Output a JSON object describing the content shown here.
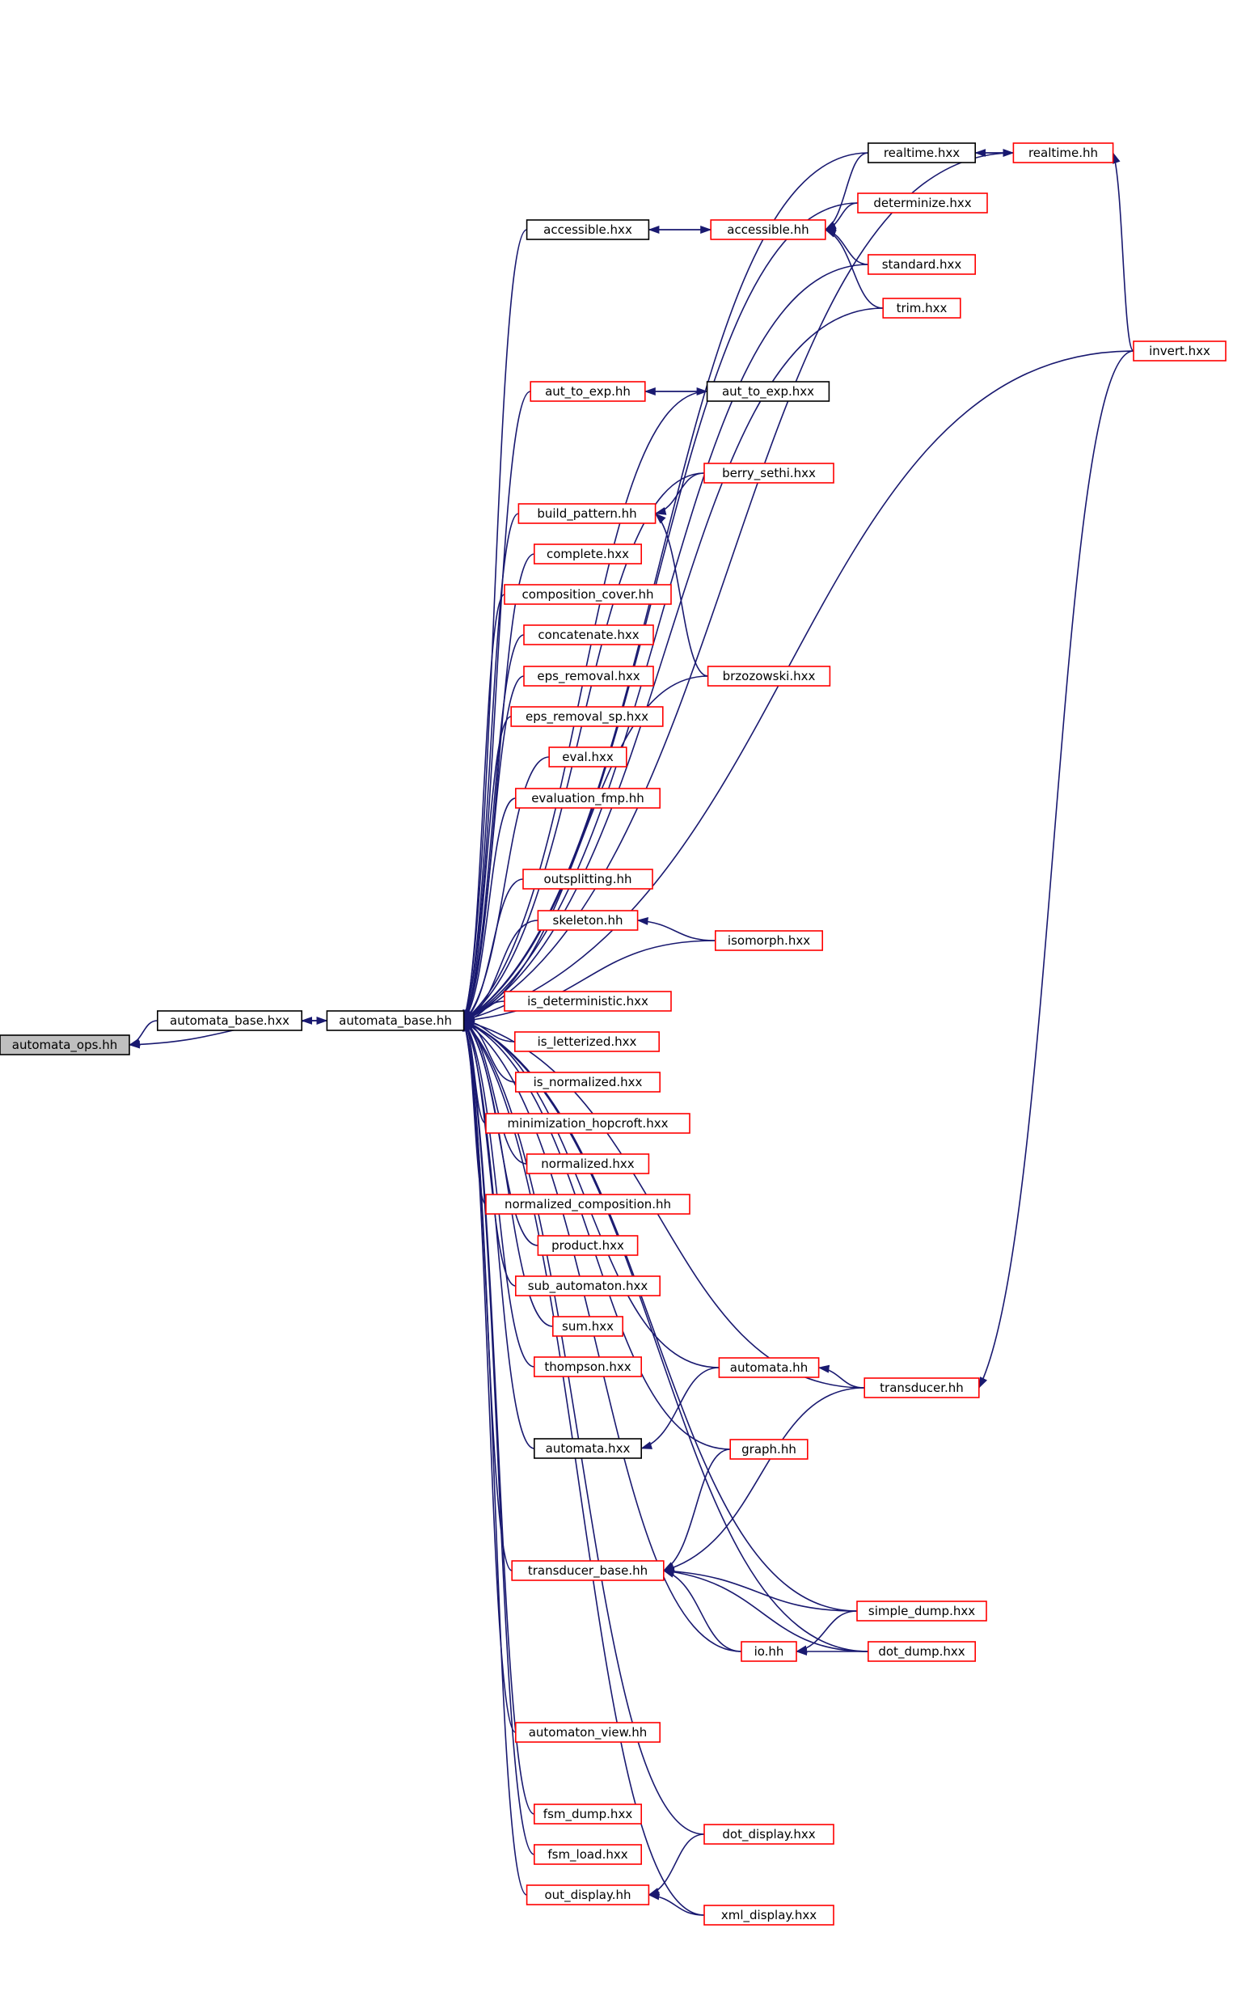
{
  "graph": {
    "colors": {
      "edge": "#191970",
      "node_fill": "#ffffff",
      "root_fill": "#bfbfbf",
      "border_black": "#000000",
      "border_red": "#ff0000"
    },
    "nodes": [
      {
        "id": "automata_ops_hh",
        "label": "automata_ops.hh",
        "style": "root"
      },
      {
        "id": "automata_base_hxx",
        "label": "automata_base.hxx",
        "style": "black"
      },
      {
        "id": "automata_base_hh",
        "label": "automata_base.hh",
        "style": "black"
      },
      {
        "id": "realtime_hxx",
        "label": "realtime.hxx",
        "style": "black"
      },
      {
        "id": "realtime_hh",
        "label": "realtime.hh",
        "style": "red"
      },
      {
        "id": "determinize_hxx",
        "label": "determinize.hxx",
        "style": "red"
      },
      {
        "id": "accessible_hxx",
        "label": "accessible.hxx",
        "style": "black"
      },
      {
        "id": "accessible_hh",
        "label": "accessible.hh",
        "style": "red"
      },
      {
        "id": "standard_hxx",
        "label": "standard.hxx",
        "style": "red"
      },
      {
        "id": "trim_hxx",
        "label": "trim.hxx",
        "style": "red"
      },
      {
        "id": "invert_hxx",
        "label": "invert.hxx",
        "style": "red"
      },
      {
        "id": "aut_to_exp_hh",
        "label": "aut_to_exp.hh",
        "style": "red"
      },
      {
        "id": "aut_to_exp_hxx",
        "label": "aut_to_exp.hxx",
        "style": "black"
      },
      {
        "id": "berry_sethi_hxx",
        "label": "berry_sethi.hxx",
        "style": "red"
      },
      {
        "id": "build_pattern_hh",
        "label": "build_pattern.hh",
        "style": "red"
      },
      {
        "id": "complete_hxx",
        "label": "complete.hxx",
        "style": "red"
      },
      {
        "id": "composition_cover_hh",
        "label": "composition_cover.hh",
        "style": "red"
      },
      {
        "id": "concatenate_hxx",
        "label": "concatenate.hxx",
        "style": "red"
      },
      {
        "id": "eps_removal_hxx",
        "label": "eps_removal.hxx",
        "style": "red"
      },
      {
        "id": "brzozowski_hxx",
        "label": "brzozowski.hxx",
        "style": "red"
      },
      {
        "id": "eps_removal_sp_hxx",
        "label": "eps_removal_sp.hxx",
        "style": "red"
      },
      {
        "id": "eval_hxx",
        "label": "eval.hxx",
        "style": "red"
      },
      {
        "id": "evaluation_fmp_hh",
        "label": "evaluation_fmp.hh",
        "style": "red"
      },
      {
        "id": "outsplitting_hh",
        "label": "outsplitting.hh",
        "style": "red"
      },
      {
        "id": "skeleton_hh",
        "label": "skeleton.hh",
        "style": "red"
      },
      {
        "id": "isomorph_hxx",
        "label": "isomorph.hxx",
        "style": "red"
      },
      {
        "id": "is_deterministic_hxx",
        "label": "is_deterministic.hxx",
        "style": "red"
      },
      {
        "id": "is_letterized_hxx",
        "label": "is_letterized.hxx",
        "style": "red"
      },
      {
        "id": "is_normalized_hxx",
        "label": "is_normalized.hxx",
        "style": "red"
      },
      {
        "id": "minimization_hopcroft_hxx",
        "label": "minimization_hopcroft.hxx",
        "style": "red"
      },
      {
        "id": "normalized_hxx",
        "label": "normalized.hxx",
        "style": "red"
      },
      {
        "id": "normalized_composition_hh",
        "label": "normalized_composition.hh",
        "style": "red"
      },
      {
        "id": "product_hxx",
        "label": "product.hxx",
        "style": "red"
      },
      {
        "id": "sub_automaton_hxx",
        "label": "sub_automaton.hxx",
        "style": "red"
      },
      {
        "id": "sum_hxx",
        "label": "sum.hxx",
        "style": "red"
      },
      {
        "id": "thompson_hxx",
        "label": "thompson.hxx",
        "style": "red"
      },
      {
        "id": "automata_hh",
        "label": "automata.hh",
        "style": "red"
      },
      {
        "id": "transducer_hh",
        "label": "transducer.hh",
        "style": "red"
      },
      {
        "id": "automata_hxx",
        "label": "automata.hxx",
        "style": "black"
      },
      {
        "id": "graph_hh",
        "label": "graph.hh",
        "style": "red"
      },
      {
        "id": "transducer_base_hh",
        "label": "transducer_base.hh",
        "style": "red"
      },
      {
        "id": "simple_dump_hxx",
        "label": "simple_dump.hxx",
        "style": "red"
      },
      {
        "id": "io_hh",
        "label": "io.hh",
        "style": "red"
      },
      {
        "id": "dot_dump_hxx",
        "label": "dot_dump.hxx",
        "style": "red"
      },
      {
        "id": "automaton_view_hh",
        "label": "automaton_view.hh",
        "style": "red"
      },
      {
        "id": "fsm_dump_hxx",
        "label": "fsm_dump.hxx",
        "style": "red"
      },
      {
        "id": "dot_display_hxx",
        "label": "dot_display.hxx",
        "style": "red"
      },
      {
        "id": "fsm_load_hxx",
        "label": "fsm_load.hxx",
        "style": "red"
      },
      {
        "id": "out_display_hh",
        "label": "out_display.hh",
        "style": "red"
      },
      {
        "id": "xml_display_hxx",
        "label": "xml_display.hxx",
        "style": "red"
      }
    ]
  }
}
